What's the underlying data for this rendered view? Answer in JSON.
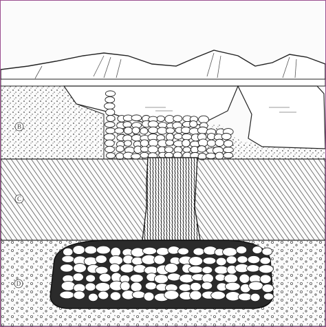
{
  "diagram": {
    "labels": {
      "upper_fill": "B",
      "middle_layer": "C",
      "gravel_layer": "D"
    },
    "colors": {
      "ink": "#222222",
      "border": "#9a4f8f",
      "paper": "#fbfbfb"
    }
  }
}
